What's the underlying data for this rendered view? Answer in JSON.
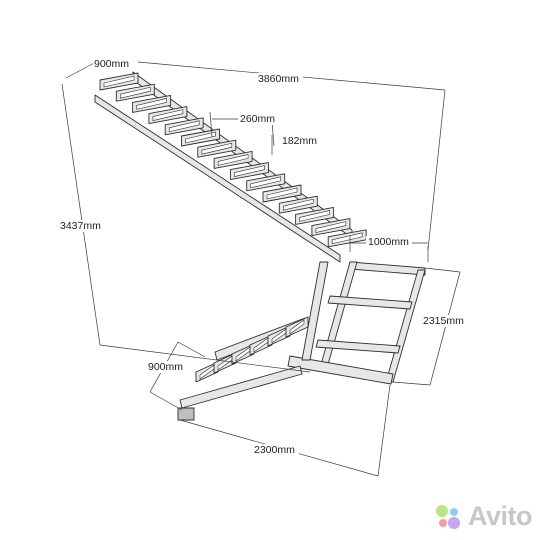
{
  "dimensions": {
    "width_top": "900mm",
    "length_total": "3860mm",
    "tread_depth": "260mm",
    "riser_height": "182mm",
    "height_total": "3437mm",
    "landing_length": "1000mm",
    "landing_width": "2315mm",
    "width_bottom": "900mm",
    "length_bottom": "2300mm"
  },
  "watermark": {
    "brand": "Avito",
    "colors": [
      "#7ed321",
      "#35a8e0",
      "#f04b4b",
      "#9b5de5"
    ]
  },
  "colors": {
    "frame_stroke": "#2f2f2f",
    "frame_fill": "#e7e7e7",
    "dimension_text": "#222222"
  }
}
